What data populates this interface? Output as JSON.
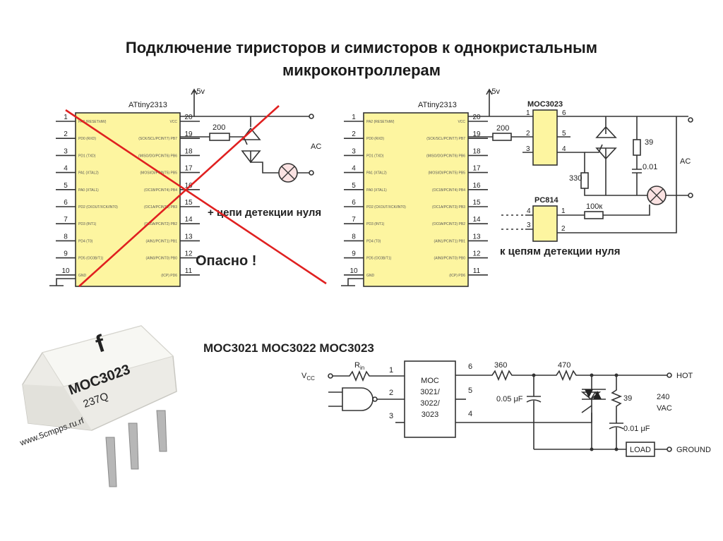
{
  "title": {
    "line1": "Подключение тиристоров и симисторов к однокристальным",
    "line2": "микроконтроллерам"
  },
  "left_circuit": {
    "chip_name": "ATtiny2313",
    "supply": "+5v",
    "left_pins": [
      "1",
      "2",
      "3",
      "4",
      "5",
      "6",
      "7",
      "8",
      "9",
      "10"
    ],
    "right_pins": [
      "20",
      "19",
      "18",
      "17",
      "16",
      "15",
      "14",
      "13",
      "12",
      "11"
    ],
    "left_pin_labels": [
      "PA2 (RESET/dW)",
      "PD0 (RXD)",
      "PD1 (TXD)",
      "PA1 (XTAL2)",
      "PA0 (XTAL1)",
      "PD2 (CKOUT/XCK/INT0)",
      "PD3 (INT1)",
      "PD4 (T0)",
      "PD5 (OC0B/T1)",
      "GND"
    ],
    "right_pin_labels": [
      "VCC",
      "(SCK/SCL/PCINT7) PB7",
      "(MISO/DO/PCINT6) PB6",
      "(MOSI/DI/PCINT5) PB5",
      "(OC1B/PCINT4) PB4",
      "(OC1A/PCINT3) PB3",
      "(OC0A/PCINT2) PB2",
      "(AIN1/PCINT1) PB1",
      "(AIN0/PCINT0) PB0",
      "(ICP) PD6"
    ],
    "resistor": "200",
    "ac_label": "AC",
    "zero_detect_note": "+ цепи детекции нуля",
    "danger_label": "Опасно !",
    "colors": {
      "danger": "#e02020",
      "chip_fill": "#fdf5a0"
    }
  },
  "right_circuit": {
    "chip_name": "ATtiny2313",
    "supply": "+5v",
    "left_pins": [
      "1",
      "2",
      "3",
      "4",
      "5",
      "6",
      "7",
      "8",
      "9",
      "10"
    ],
    "right_pins": [
      "20",
      "19",
      "18",
      "17",
      "16",
      "15",
      "14",
      "13",
      "12",
      "11"
    ],
    "left_pin_labels": [
      "PA2 (RESET/dW)",
      "PD0 (RXD)",
      "PD1 (TXD)",
      "PA1 (XTAL2)",
      "PA0 (XTAL1)",
      "PD2 (CKOUT/XCK/INT0)",
      "PD3 (INT1)",
      "PD4 (T0)",
      "PD5 (OC0B/T1)",
      "GND"
    ],
    "right_pin_labels": [
      "VCC",
      "(SCK/SCL/PCINT7) PB7",
      "(MISO/DO/PCINT6) PB6",
      "(MOSI/DI/PCINT5) PB5",
      "(OC1B/PCINT4) PB4",
      "(OC1A/PCINT3) PB3",
      "(OC0A/PCINT2) PB2",
      "(AIN1/PCINT1) PB1",
      "(AIN0/PCINT0) PB0",
      "(ICP) PD6"
    ],
    "resistor_input": "200",
    "optocoupler": "MOC3023",
    "opto_pins": [
      "1",
      "2",
      "3",
      "6",
      "5",
      "4"
    ],
    "resistor_gate": "330",
    "resistor_snubber": "39",
    "cap_snubber": "0.01",
    "ac_label": "AC",
    "detector": "PC814",
    "detector_pins": [
      "4",
      "3",
      "1",
      "2"
    ],
    "detector_resistor": "100к",
    "zero_detect_note": "к цепям детекции нуля"
  },
  "photo": {
    "chip_marking_1": "MOC3023",
    "chip_marking_2": "237Q",
    "watermark": "www.5cmpps.ru.rf"
  },
  "bottom_schematic": {
    "header": "MOC3021 MOC3022 MOC3023",
    "vcc_label": "V",
    "vcc_sub": "CC",
    "rin_label": "R",
    "rin_sub": "in",
    "chip_lines": [
      "MOC",
      "3021/",
      "3022/",
      "3023"
    ],
    "chip_pins_left": [
      "1",
      "2",
      "3"
    ],
    "chip_pins_right": [
      "6",
      "5",
      "4"
    ],
    "r1": "360",
    "r2": "470",
    "r3": "39",
    "c1": "0.05 μF",
    "c2": "0.01 μF",
    "hot": "HOT",
    "ground": "GROUND",
    "load": "LOAD",
    "vac_value": "240",
    "vac_unit": "VAC"
  }
}
